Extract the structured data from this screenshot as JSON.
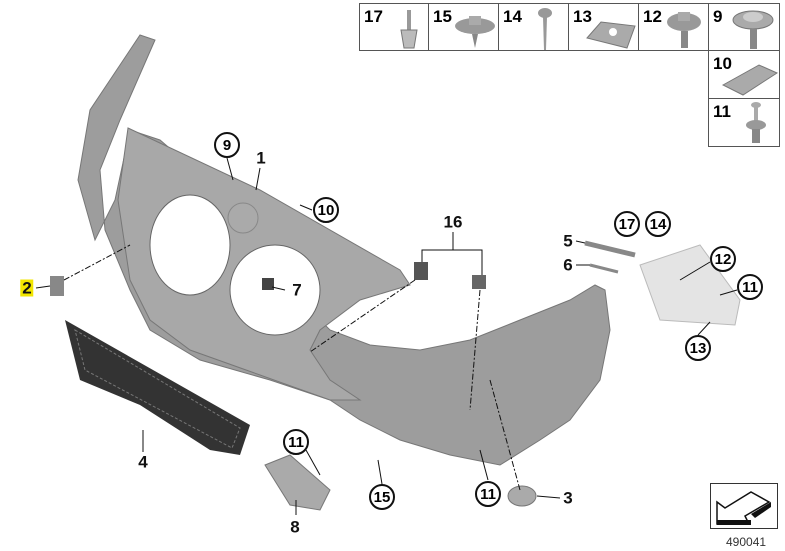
{
  "callouts": {
    "c1": "1",
    "c2": "2",
    "c3": "3",
    "c4": "4",
    "c5": "5",
    "c6": "6",
    "c7": "7",
    "c8": "8",
    "c9": "9",
    "c10": "10",
    "c11a": "11",
    "c11b": "11",
    "c11c": "11",
    "c12": "12",
    "c13": "13",
    "c14": "14",
    "c15": "15",
    "c16": "16",
    "c17": "17"
  },
  "parts_table": [
    {
      "num": "17",
      "icon": "rivet-icon"
    },
    {
      "num": "15",
      "icon": "hex-washer-screw-icon"
    },
    {
      "num": "14",
      "icon": "screw-icon"
    },
    {
      "num": "13",
      "icon": "clip-nut-icon"
    },
    {
      "num": "12",
      "icon": "hex-bolt-icon"
    },
    {
      "num": "9",
      "icon": "torx-washer-bolt-icon"
    },
    {
      "num": "10",
      "icon": "spring-clip-icon"
    },
    {
      "num": "11",
      "icon": "bolt-icon"
    }
  ],
  "diagram_number": "490041",
  "colors": {
    "part_fill": "#9a9a9a",
    "highlight": "#f2e600"
  }
}
